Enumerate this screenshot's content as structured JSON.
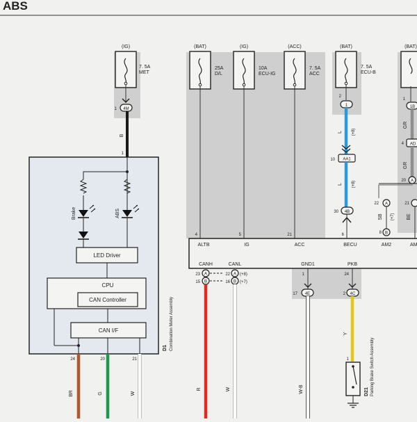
{
  "title": "ABS",
  "colors": {
    "background": "#f1f1ef",
    "shade": "#cfcfcf",
    "assembly_fill": "#e3e9ee",
    "wire_black": "#1a1a1a",
    "wire_blue": "#2a9ad8",
    "wire_red": "#e22a22",
    "wire_green": "#1f9a4c",
    "wire_brown": "#b0582d",
    "wire_yellow": "#e3c617",
    "wire_white": "#fafafa",
    "wire_gray": "#8f8f8f"
  },
  "fuses": [
    {
      "source": "(IG)",
      "rating": "7. 5A",
      "name": "MET"
    },
    {
      "source": "(BAT)",
      "rating": "25A",
      "name": "D/L"
    },
    {
      "source": "(IG)",
      "rating": "10A",
      "name": "ECU-IG"
    },
    {
      "source": "(ACC)",
      "rating": "7. 5A",
      "name": "ACC"
    },
    {
      "source": "(BAT)",
      "rating": "7. 5A",
      "name": "ECU-B"
    },
    {
      "source": "(BAT)",
      "rating": "",
      "name": ""
    }
  ],
  "connectors": {
    "c4m": "4M",
    "c1": "1",
    "aa1": "AA1",
    "c4b": "4B",
    "c1b": "1B",
    "ad": "AD",
    "ca1": "A",
    "ca2": "A",
    "cb": "B",
    "c4e": "4E",
    "c4c": "4C",
    "canh_a": "A",
    "canh_b": "B",
    "canl_a": "A",
    "canl_b": "B"
  },
  "pins": {
    "p1a": "1",
    "p1b": "1",
    "p2": "2",
    "p1c": "1",
    "p4": "4",
    "p10": "10",
    "p20": "20",
    "p22": "22",
    "p21": "21",
    "p30": "30",
    "p6": "6",
    "p8": "8",
    "p4l": "4",
    "p5": "5",
    "p21acc": "21",
    "p23": "23",
    "p15": "15",
    "p22b": "22",
    "p16": "16",
    "p1d": "1",
    "p17": "17",
    "p24": "24",
    "p2c": "2",
    "p24b": "24",
    "p20b": "20",
    "p21b": "21",
    "p1e": "1"
  },
  "wires": {
    "b": "B",
    "l1": "L",
    "l1n": "(+8)",
    "l2": "L",
    "l2n": "(+8)",
    "gr1": "GR",
    "gr2": "GR",
    "sb": "SB",
    "sbn": "(+7)",
    "be": "BE",
    "r": "R",
    "w1": "W",
    "wb": "W-B",
    "y": "Y",
    "br": "BR",
    "g": "G",
    "w2": "W",
    "canh_note": "(+8)",
    "canl_note": "(+7)"
  },
  "meter": {
    "label_brake": "Brake",
    "label_abs": "ABS",
    "led_driver": "LED Driver",
    "cpu": "CPU",
    "can_controller": "CAN Controller",
    "can_if": "CAN I/F",
    "assembly_code": "D1",
    "assembly_name": "Combination Meter Assembly"
  },
  "ecu": {
    "altb": "ALTB",
    "ig": "IG",
    "acc": "ACC",
    "becu": "BECU",
    "am2": "AM2",
    "am": "AM",
    "canh": "CANH",
    "canl": "CANL",
    "gnd1": "GND1",
    "pkb": "PKB"
  },
  "switch": {
    "code": "D21",
    "name": "Parking Brake Switch Assembly"
  }
}
